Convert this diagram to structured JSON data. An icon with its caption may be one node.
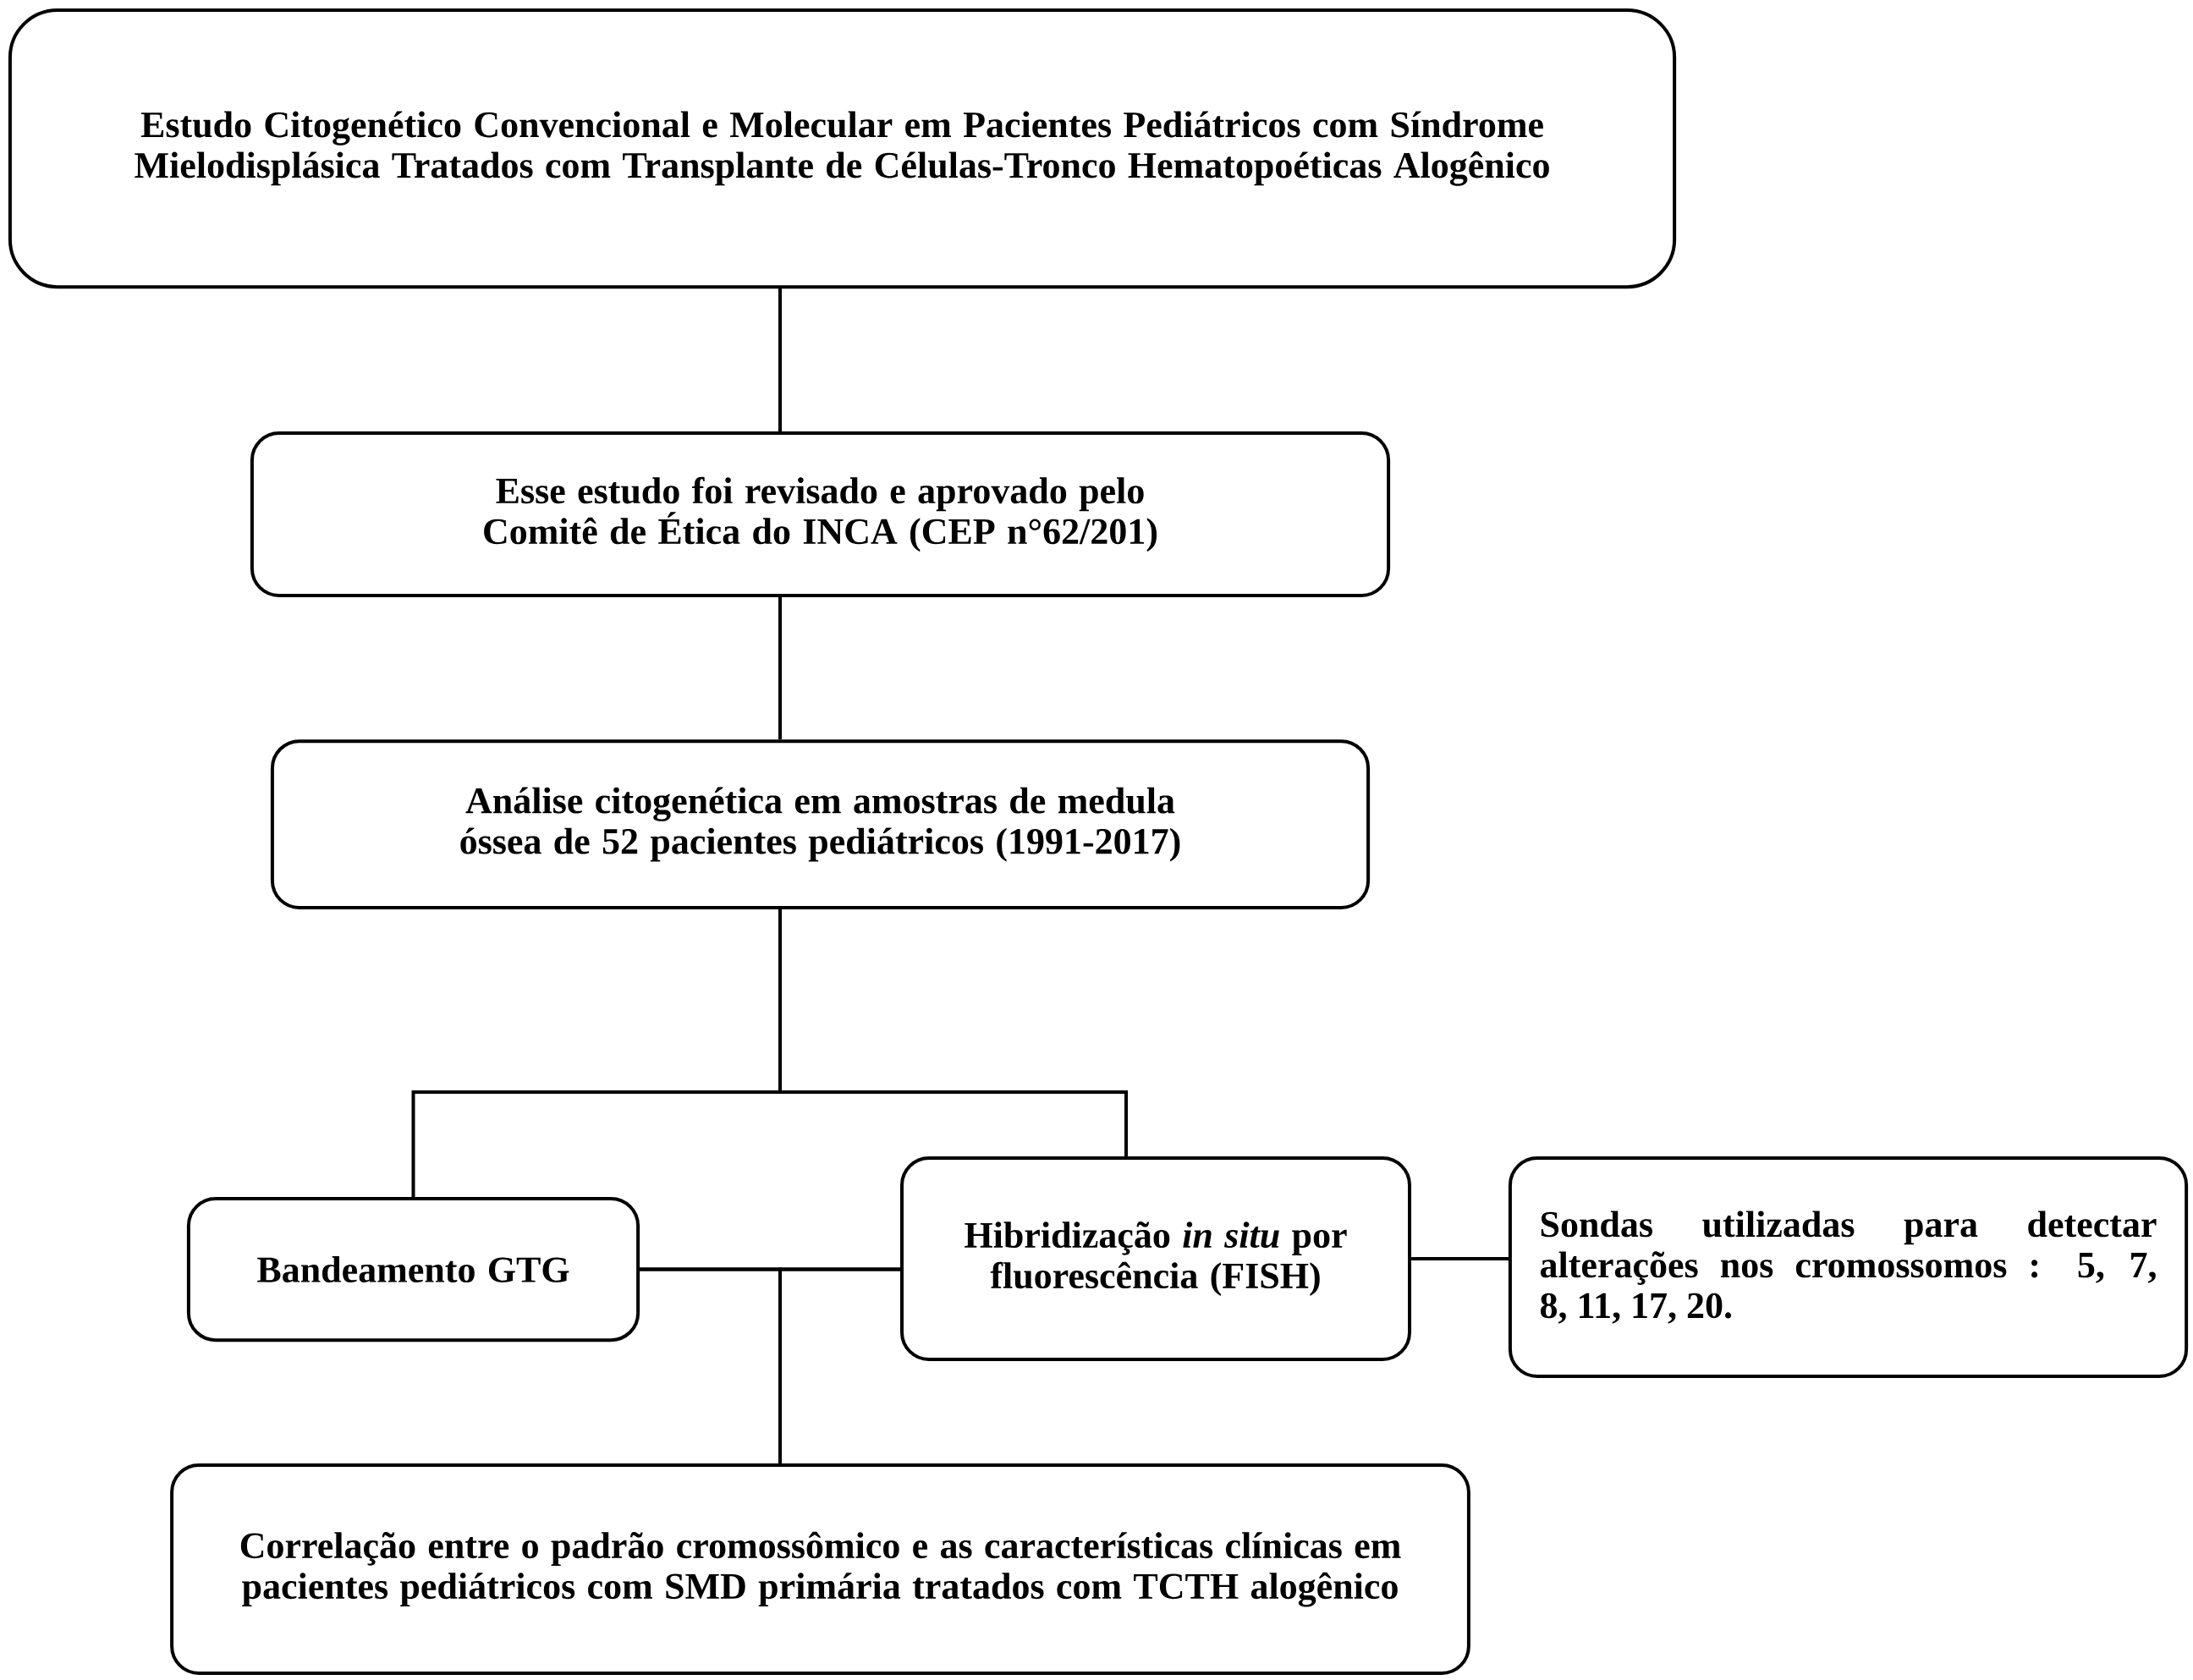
{
  "diagram": {
    "nodes": [
      {
        "text": [
          "Estudo Citogenético Convencional e Molecular em Pacientes Pediátricos com Síndrome Mielodisplásica Tratados com Transplante de Células-Tronco Hematopoéticas Alogênico"
        ]
      },
      {
        "text": [
          "Esse estudo foi revisado e aprovado pelo Comitê de Ética do INCA (CEP n°62/201)"
        ]
      },
      {
        "text": [
          "Análise citogenética em amostras de medula óssea de 52 pacientes pediátricos (1991-2017)"
        ]
      },
      {
        "text": [
          "Bandeamento GTG"
        ]
      },
      {
        "text": [
          "Hibridização *in situ* por fluorescência (FISH)"
        ]
      },
      {
        "text": [
          "Sondas utilizadas para detectar alterações nos cromossomos : 5, 7, 8, 11, 17, 20."
        ]
      },
      {
        "text": [
          "Correlação entre o padrão cromossômico e as características clínicas em pacientes pediátricos com SMD primária tratados com TCTH alogênico"
        ]
      }
    ],
    "edges": [
      {
        "from": 0,
        "to": 1,
        "arrow": "none"
      },
      {
        "from": 1,
        "to": 2,
        "arrow": "none"
      },
      {
        "from": 2,
        "to": 3,
        "arrow": "none"
      },
      {
        "from": 2,
        "to": 4,
        "arrow": "none"
      },
      {
        "from": 3,
        "to": 4,
        "arrow": "none"
      },
      {
        "from": 4,
        "to": 5,
        "arrow": "none"
      },
      {
        "from": 3,
        "to": 6,
        "arrow": "none"
      },
      {
        "from": 4,
        "to": 6,
        "arrow": "none"
      }
    ]
  }
}
